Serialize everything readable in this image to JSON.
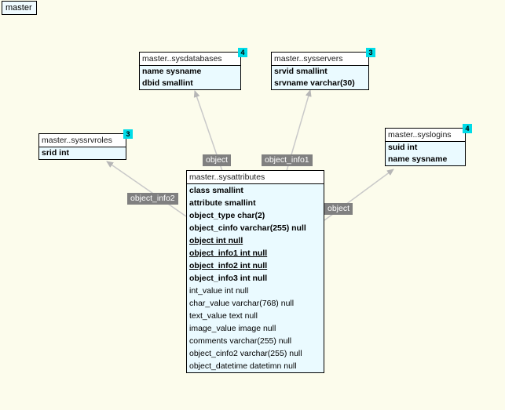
{
  "schema_tab": {
    "label": "master"
  },
  "tables": {
    "sysdatabases": {
      "title": "master..sysdatabases",
      "badge": "4",
      "fields": [
        "name sysname",
        "dbid smallint"
      ]
    },
    "sysservers": {
      "title": "master..sysservers",
      "badge": "3",
      "fields": [
        "srvid smallint",
        "srvname varchar(30)"
      ]
    },
    "syssrvroles": {
      "title": "master..syssrvroles",
      "badge": "3",
      "fields": [
        "srid int"
      ]
    },
    "syslogins": {
      "title": "master..syslogins",
      "badge": "4",
      "fields": [
        "suid int",
        "name sysname"
      ]
    },
    "sysattributes": {
      "title": "master..sysattributes",
      "fields": [
        "class smallint",
        "attribute smallint",
        "object_type char(2)",
        "object_cinfo varchar(255) null",
        "object int null",
        "object_info1 int null",
        "object_info2 int null",
        "object_info3 int null",
        "int_value int null",
        "char_value varchar(768) null",
        "text_value text null",
        "image_value image null",
        "comments varchar(255) null",
        "object_cinfo2 varchar(255) null",
        "object_datetime datetimn null"
      ]
    }
  },
  "connection_labels": {
    "sysattributes_to_sysdatabases": "object",
    "sysattributes_to_sysservers": "object_info1",
    "sysattributes_to_syssrvroles": "object_info2",
    "sysattributes_to_syslogins": "object"
  },
  "colors": {
    "canvas_background": "#fcfcec",
    "table_body": "#eafaff",
    "table_title_background": "#ffffff",
    "badge_background": "#00dce8",
    "connector_label_background": "#808080",
    "connector_line": "#c9c9c9"
  }
}
